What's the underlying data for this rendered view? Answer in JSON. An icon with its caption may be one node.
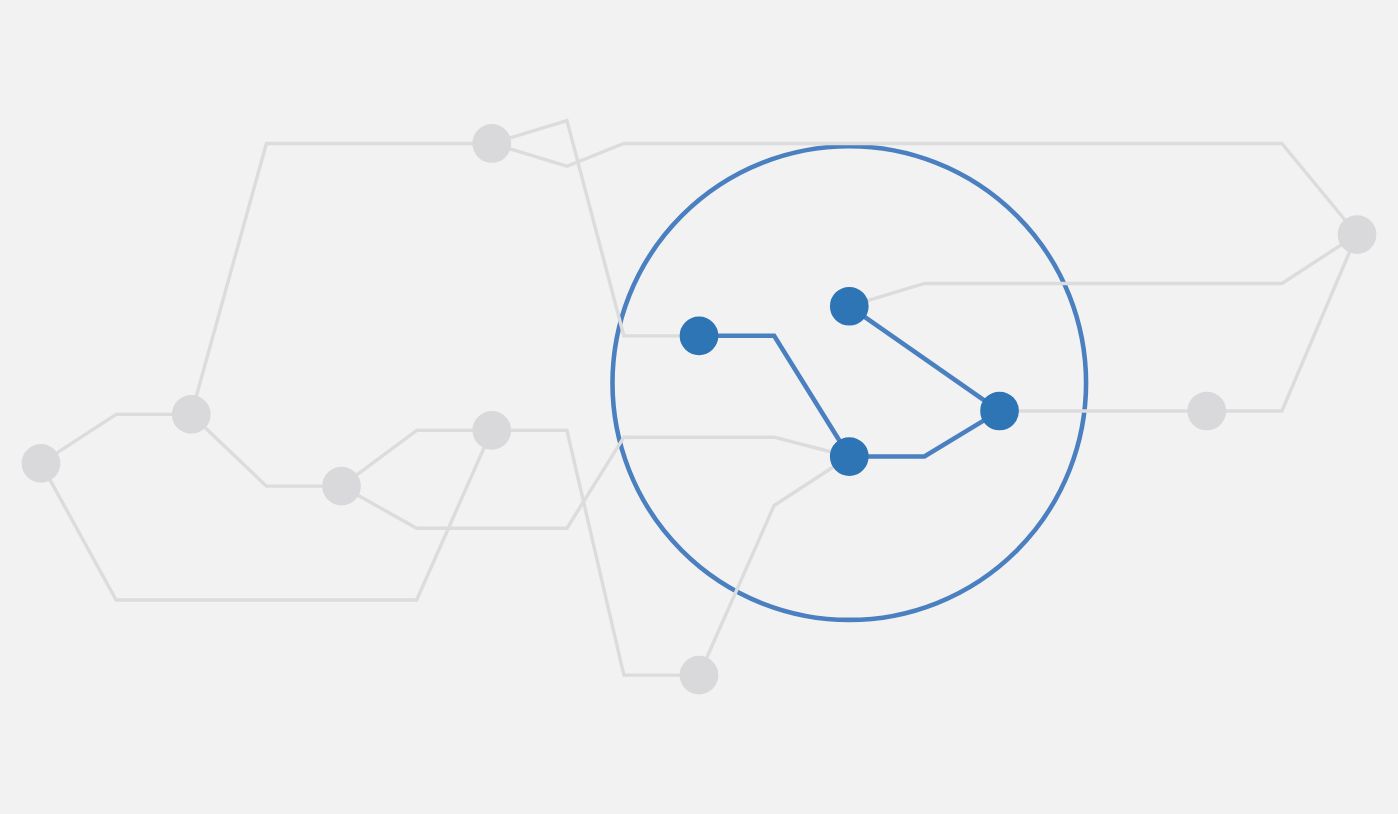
{
  "diagram": {
    "nodes": [
      {
        "text": [],
        "shape": "circle"
      },
      {
        "text": [],
        "shape": "circle"
      },
      {
        "text": [],
        "shape": "circle"
      },
      {
        "text": [],
        "shape": "circle"
      },
      {
        "text": [],
        "shape": "circle"
      },
      {
        "text": [],
        "shape": "circle",
        "in": 4
      },
      {
        "text": [],
        "shape": "circle",
        "in": 4
      },
      {
        "text": [],
        "shape": "circle",
        "in": 4
      },
      {
        "text": [],
        "shape": "circle",
        "in": 4
      },
      {
        "text": [],
        "shape": "circle"
      },
      {
        "text": [],
        "shape": "circle"
      },
      {
        "text": [],
        "shape": "circle"
      },
      {
        "text": [],
        "shape": "circle"
      }
    ],
    "edges": [
      {
        "from": 0,
        "to": 2,
        "arrow": "none"
      },
      {
        "from": 0,
        "to": 10,
        "arrow": "none"
      },
      {
        "from": 2,
        "to": 1,
        "arrow": "none"
      },
      {
        "from": 2,
        "to": 9,
        "arrow": "none"
      },
      {
        "from": 9,
        "to": 10,
        "arrow": "none"
      },
      {
        "from": 10,
        "to": 12,
        "arrow": "none"
      },
      {
        "from": 9,
        "to": 7,
        "arrow": "none"
      },
      {
        "from": 12,
        "to": 7,
        "arrow": "none"
      },
      {
        "from": 1,
        "to": 6,
        "arrow": "none"
      },
      {
        "from": 1,
        "to": 3,
        "arrow": "none"
      },
      {
        "from": 5,
        "to": 3,
        "arrow": "none"
      },
      {
        "from": 6,
        "to": 7,
        "arrow": "none",
        "color": "#4a7fc0"
      },
      {
        "from": 7,
        "to": 8,
        "arrow": "none",
        "color": "#4a7fc0"
      },
      {
        "from": 5,
        "to": 8,
        "arrow": "none",
        "color": "#4a7fc0"
      },
      {
        "from": 8,
        "to": 11,
        "arrow": "none"
      },
      {
        "from": 11,
        "to": 3,
        "arrow": "none"
      }
    ]
  }
}
